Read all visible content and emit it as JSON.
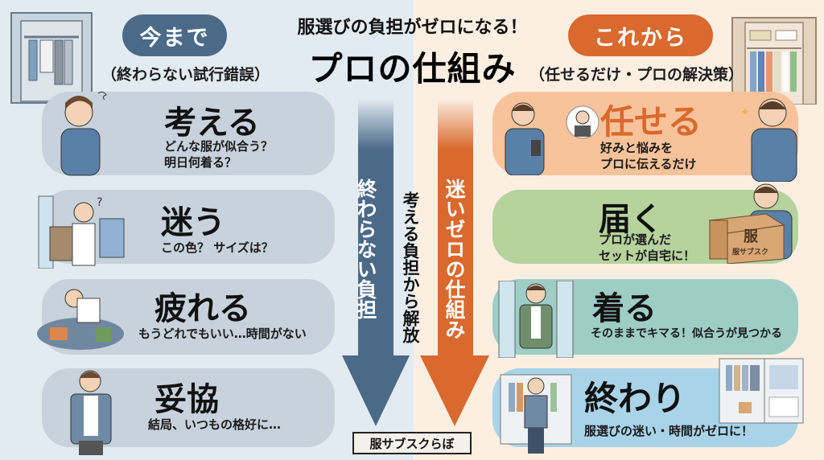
{
  "header": {
    "title_top": "服選びの負担がゼロになる！",
    "title_main": "プロの仕組み"
  },
  "left": {
    "badge": "今まで",
    "caption": "（終わらない試行錯誤）",
    "color": "#4a6a88",
    "arrow_label": "終わらない負担",
    "steps": [
      {
        "head": "考える",
        "desc_lines": [
          "どんな服が似合う？",
          "明日何着る？"
        ]
      },
      {
        "head": "迷う",
        "desc_lines": [
          "この色？ サイズは？"
        ]
      },
      {
        "head": "疲れる",
        "desc_lines": [
          "もうどれでもいい…時間がない"
        ]
      },
      {
        "head": "妥協",
        "desc_lines": [
          "結局、いつもの格好に…"
        ]
      }
    ]
  },
  "center": {
    "middle_label": "考える負担から解放",
    "footer_brand": "服サブスクらぼ"
  },
  "right": {
    "badge": "これから",
    "caption": "（任せるだけ・プロの解決策）",
    "color": "#d9692e",
    "arrow_label": "迷いゼロの仕組み",
    "steps": [
      {
        "head": "任せる",
        "desc_lines": [
          "好みと悩みを",
          "プロに伝えるだけ"
        ],
        "color": "#f8c39b"
      },
      {
        "head": "届く",
        "desc_lines": [
          "プロが選んだ",
          "セットが自宅に！"
        ],
        "color": "#b6d39d",
        "box_label": "服",
        "box_sublabel": "服サブスク"
      },
      {
        "head": "着る",
        "desc_lines": [
          "そのままでキマる！似合うが見つかる"
        ],
        "color": "#9ecdc6"
      },
      {
        "head": "終わり",
        "desc_lines": [
          "服選びの迷い・時間がゼロに！"
        ],
        "color": "#a9d3e8"
      }
    ]
  }
}
